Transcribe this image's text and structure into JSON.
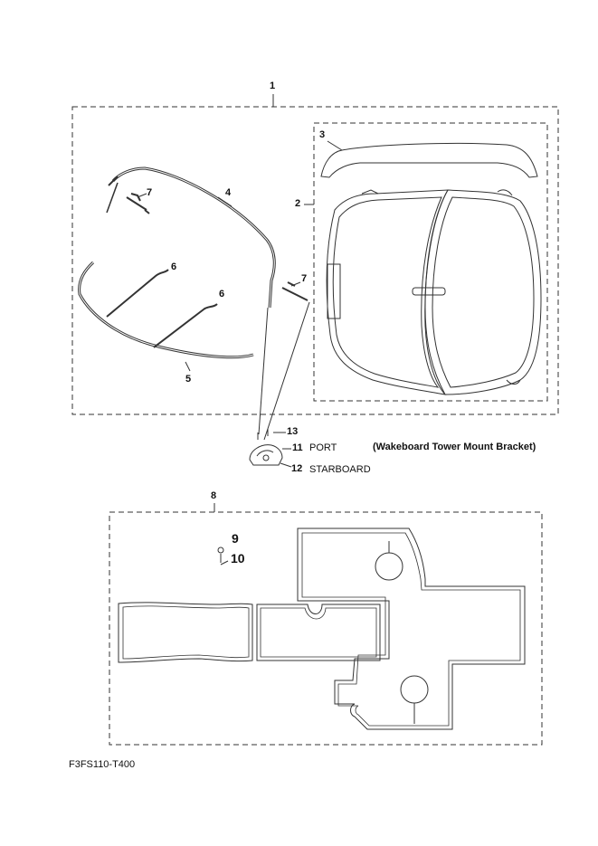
{
  "callouts": {
    "c1": "1",
    "c2": "2",
    "c3": "3",
    "c4": "4",
    "c5": "5",
    "c6a": "6",
    "c6b": "6",
    "c7a": "7",
    "c7b": "7",
    "c8": "8",
    "c9": "9",
    "c10": "10",
    "c11": "11",
    "c12": "12",
    "c13": "13"
  },
  "notes": {
    "port": "PORT",
    "starboard": "STARBOARD",
    "bracket": "(Wakeboard Tower Mount Bracket)"
  },
  "footer": {
    "code": "F3FS110-T400"
  }
}
